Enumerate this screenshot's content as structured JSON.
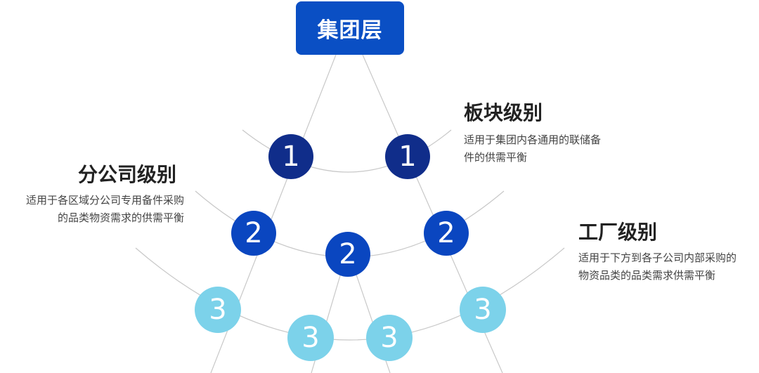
{
  "top": {
    "label": "集团层"
  },
  "levels": {
    "sector": {
      "title": "板块级别",
      "desc_lines": [
        "适用于集团内各通用的联储备",
        "件的供需平衡"
      ]
    },
    "branch": {
      "title": "分公司级别",
      "desc_lines": [
        "适用于各区域分公司专用备件采购",
        "的品类物资需求的供需平衡"
      ]
    },
    "factory": {
      "title": "工厂级别",
      "desc_lines": [
        "适用于下方到各子公司内部采购的",
        "物资品类的品类需求供需平衡"
      ]
    }
  },
  "nodes": {
    "level1": [
      "1",
      "1"
    ],
    "level2": [
      "2",
      "2",
      "2"
    ],
    "level3": [
      "3",
      "3",
      "3",
      "3"
    ]
  },
  "colors": {
    "top_box": "#0a4fc4",
    "level1": "#102d8a",
    "level2": "#0a46c0",
    "level3": "#7cd2ea",
    "connector": "#c8c8c8"
  }
}
